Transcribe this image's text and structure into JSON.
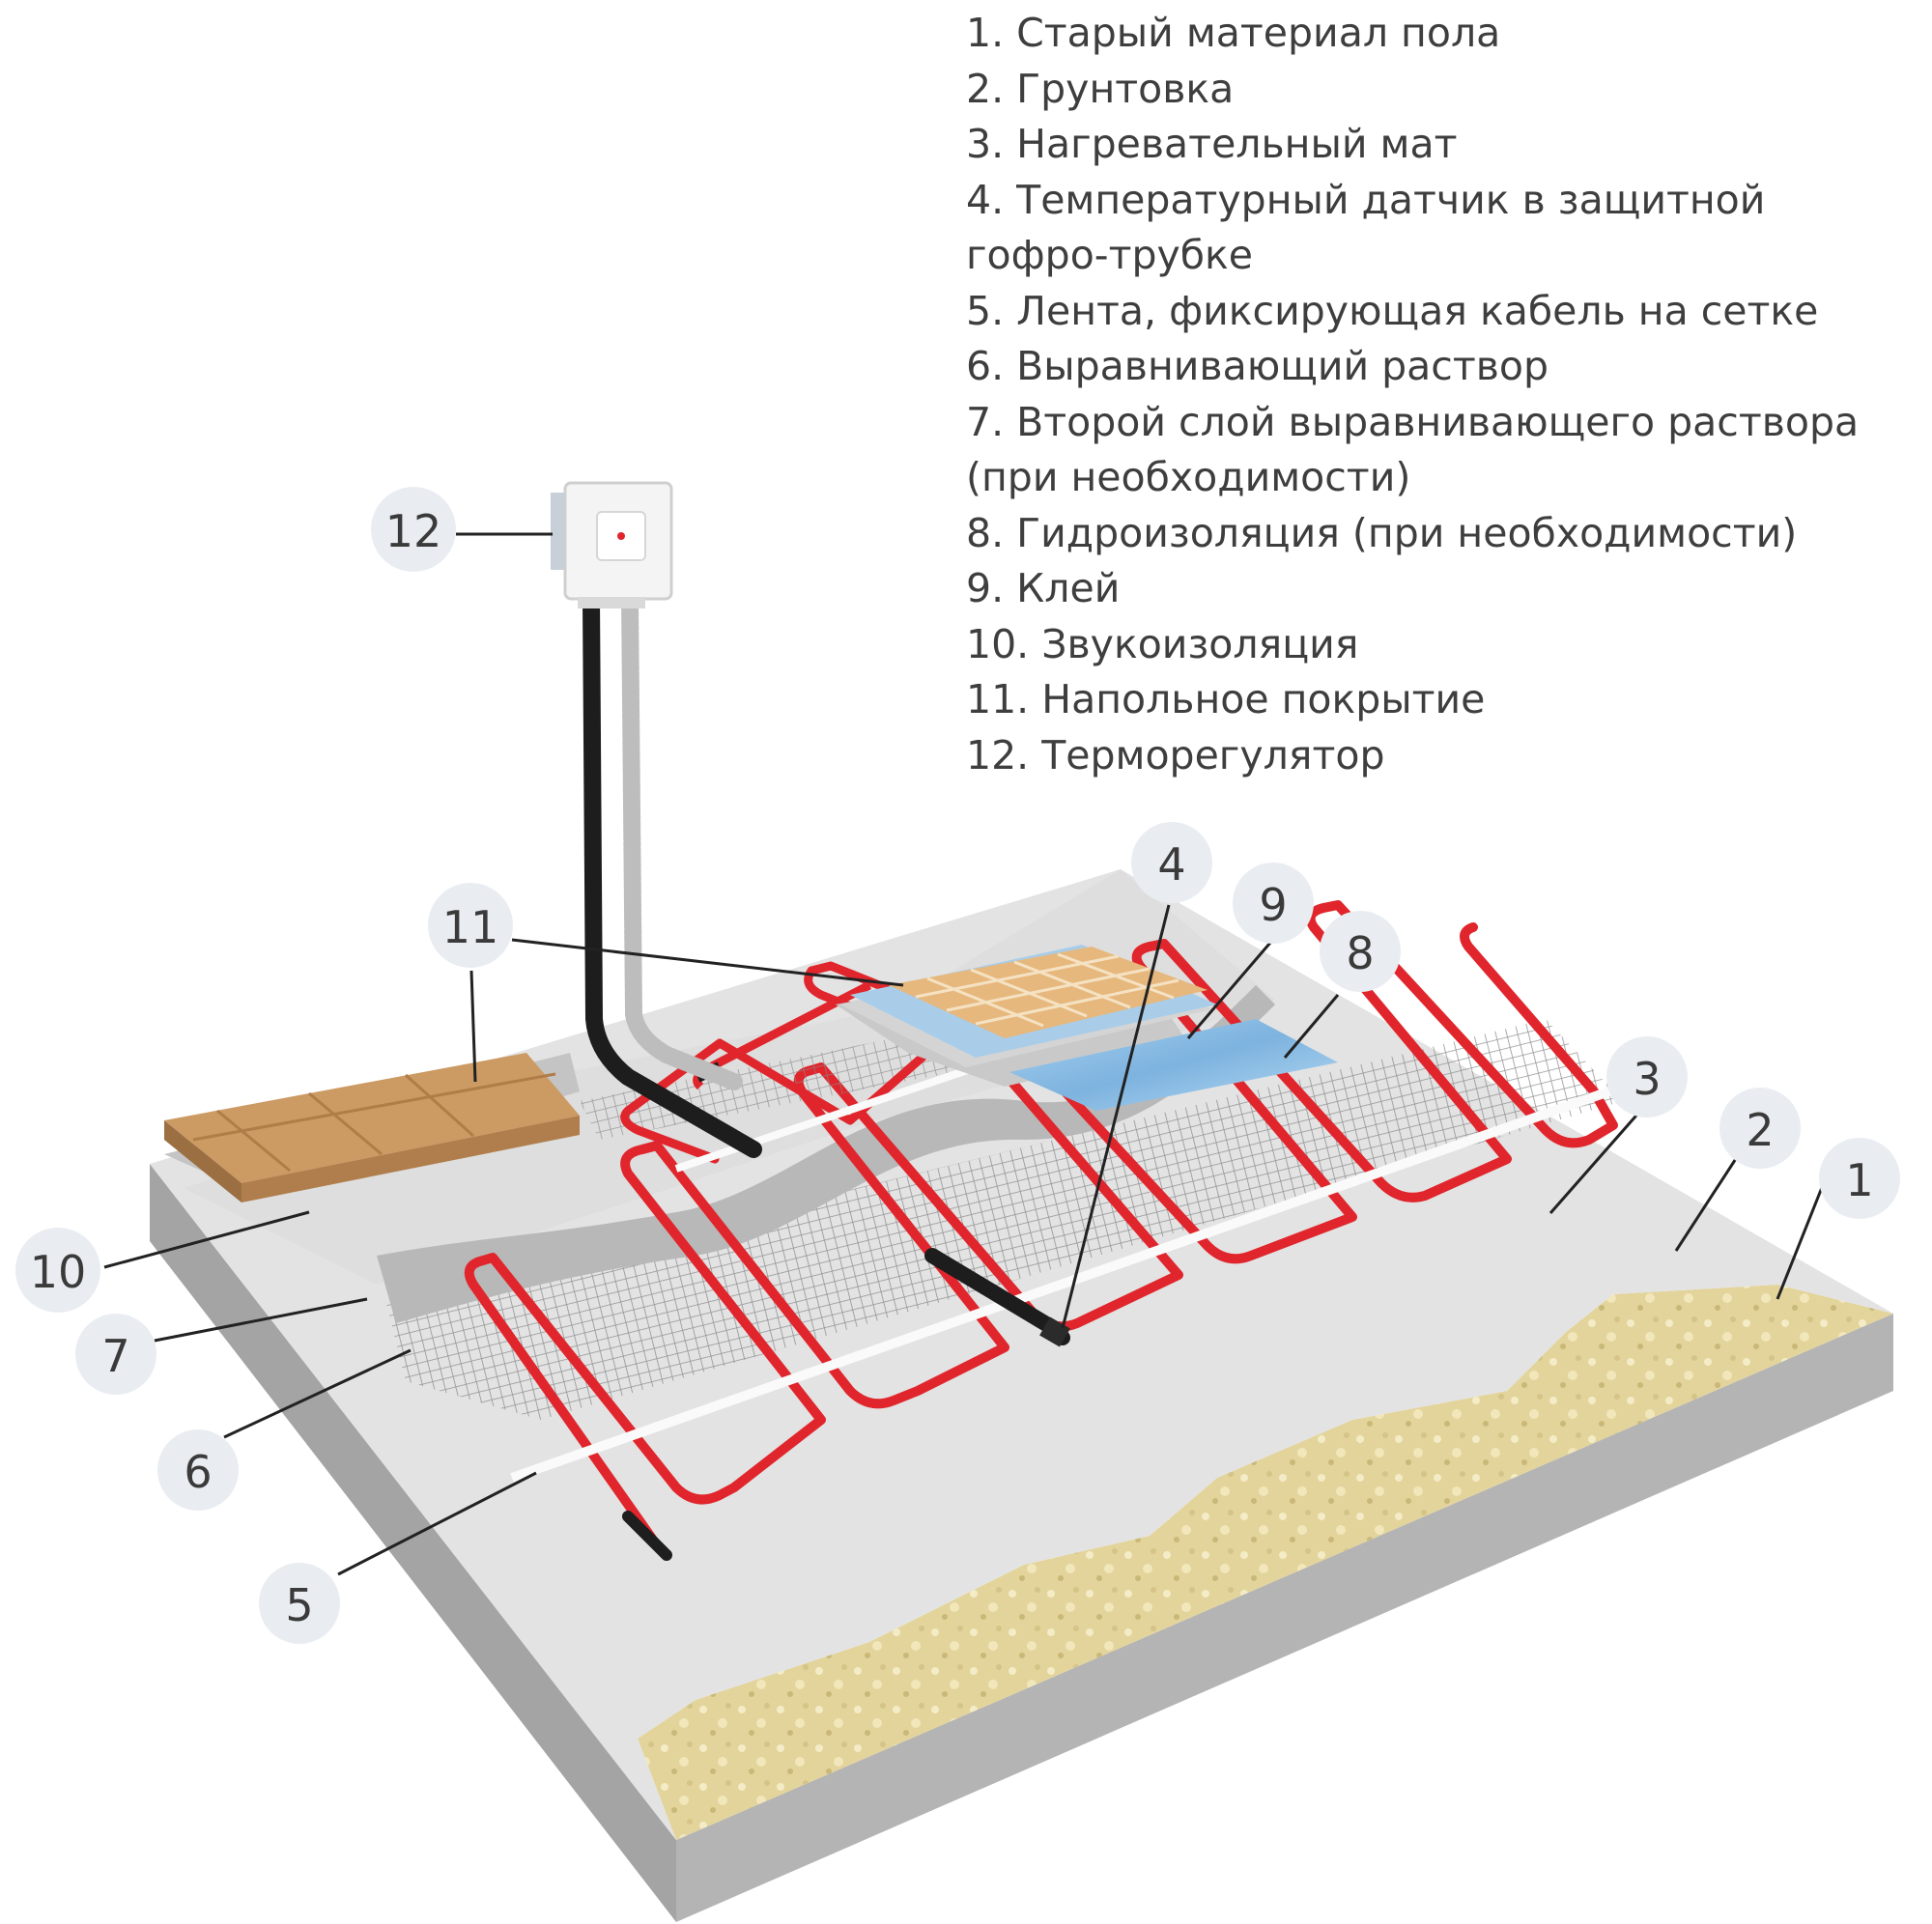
{
  "legend": [
    "1. Старый материал пола",
    "2. Грунтовка",
    "3. Нагревательный мат",
    "4. Температурный датчик в защитной",
    "гофро-трубке",
    "5. Лента, фиксирующая кабель на сетке",
    "6. Выравнивающий раствор",
    "7. Второй слой выравнивающего раствора",
    "(при необходимости)",
    "8. Гидроизоляция (при необходимости)",
    "9. Клей",
    "10. Звукоизоляция",
    "11. Напольное покрытие",
    "12. Терморегулятор"
  ],
  "callouts": [
    "1",
    "2",
    "3",
    "4",
    "5",
    "6",
    "7",
    "8",
    "9",
    "10",
    "11",
    "12"
  ],
  "colors": {
    "concrete": "#a9a9a9",
    "primer": "#e2e2e2",
    "screed": "#c4c4c4",
    "cable": "#e0262c",
    "mesh": "#8f8f8f",
    "wood": "#c9945e",
    "tile": "#e6b87d",
    "waterproof": "#8cbfe6",
    "old_floor": "#e2d39a",
    "bubble": "#e9edf1"
  }
}
